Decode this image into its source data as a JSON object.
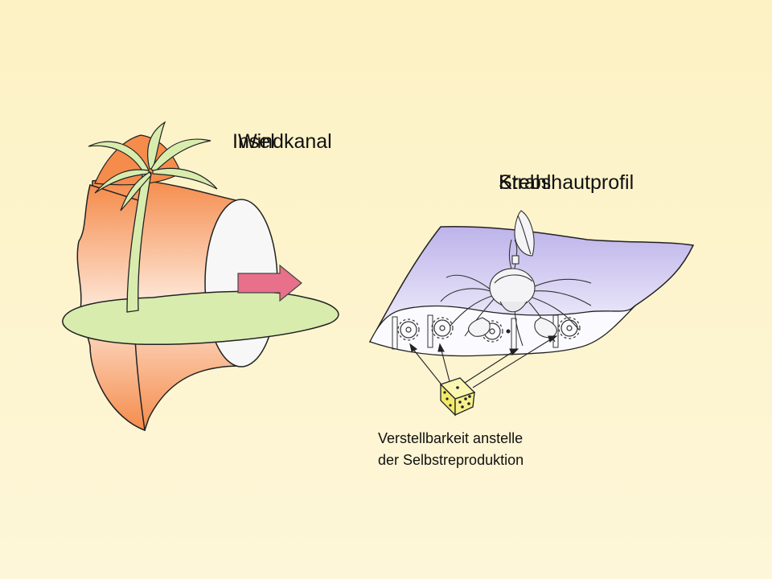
{
  "labels": {
    "insel": "Insel",
    "windkanal": "Windkanal",
    "krebs": "Krebs",
    "strahlhautprofil": "Strahlhautprofil"
  },
  "caption": {
    "line1": "Verstellbarkeit anstelle",
    "line2": "der Selbstreproduktion"
  },
  "colors": {
    "background": "#fdf3c8",
    "rock_orange": "#f58c4c",
    "rock_light": "#fde6d6",
    "island_green": "#d8ecae",
    "arrow_pink": "#e8708a",
    "profile_purple": "#cfc8f0",
    "die_yellow": "#f7f08a"
  }
}
